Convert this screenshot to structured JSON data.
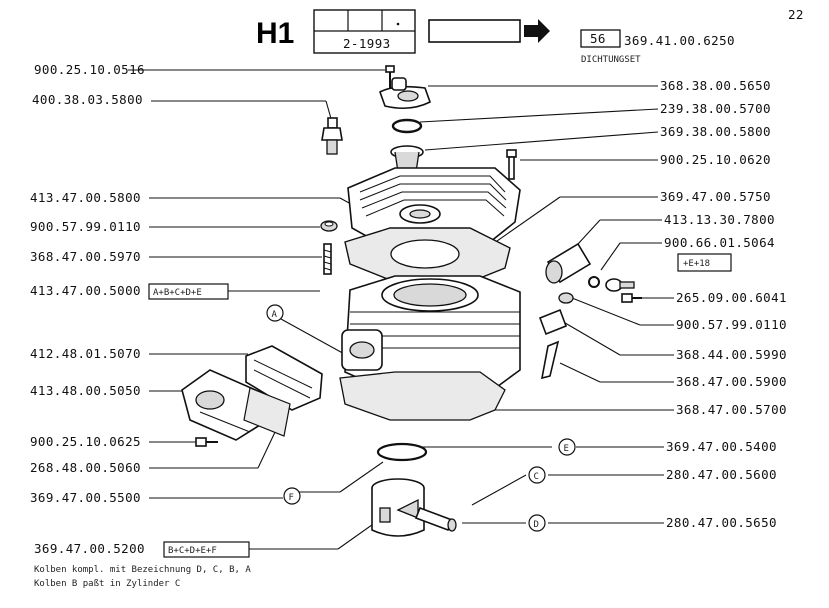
{
  "header": {
    "sheet_code": "H1",
    "date": "2-1993",
    "group_code": "56",
    "set_number": "369.41.00.6250",
    "set_label": "DICHTUNGSET",
    "page_number": "22"
  },
  "parts_left": [
    {
      "number": "900.25.10.0516"
    },
    {
      "number": "400.38.03.5800"
    },
    {
      "number": "413.47.00.5800"
    },
    {
      "number": "900.57.99.0110"
    },
    {
      "number": "368.47.00.5970"
    },
    {
      "number": "413.47.00.5000",
      "variant": "A+B+C+D+E"
    },
    {
      "number": "412.48.01.5070"
    },
    {
      "number": "413.48.00.5050"
    },
    {
      "number": "900.25.10.0625"
    },
    {
      "number": "268.48.00.5060"
    },
    {
      "number": "369.47.00.5500"
    },
    {
      "number": "369.47.00.5200",
      "variant": "B+C+D+E+F"
    }
  ],
  "parts_right": [
    {
      "number": "368.38.00.5650"
    },
    {
      "number": "239.38.00.5700"
    },
    {
      "number": "369.38.00.5800"
    },
    {
      "number": "900.25.10.0620"
    },
    {
      "number": "369.47.00.5750"
    },
    {
      "number": "413.13.30.7800"
    },
    {
      "number": "900.66.01.5064"
    },
    {
      "number": "265.09.00.6041"
    },
    {
      "number": "900.57.99.0110"
    },
    {
      "number": "368.44.00.5990"
    },
    {
      "number": "368.47.00.5900"
    },
    {
      "number": "368.47.00.5700"
    },
    {
      "number": "369.47.00.5400"
    },
    {
      "number": "280.47.00.5600"
    },
    {
      "number": "280.47.00.5650"
    }
  ],
  "callouts": {
    "A": "A",
    "E": "E",
    "C": "C",
    "F": "F",
    "D": "D",
    "plus_note": "+E+18"
  },
  "footnotes": [
    "Kolben kompl. mit Bezeichnung D, C, B, A",
    "Kolben B paßt in Zylinder C"
  ]
}
